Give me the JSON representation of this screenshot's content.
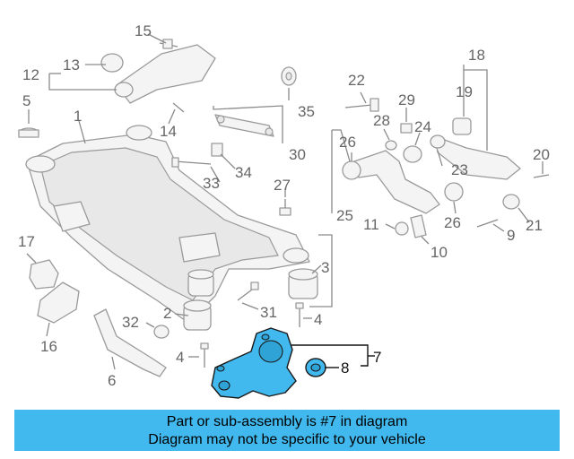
{
  "callouts": {
    "c1": "1",
    "c2": "2",
    "c3": "3",
    "c4a": "4",
    "c4b": "4",
    "c5": "5",
    "c6": "6",
    "c7": "7",
    "c8": "8",
    "c9": "9",
    "c10": "10",
    "c11": "11",
    "c12": "12",
    "c13": "13",
    "c14": "14",
    "c15": "15",
    "c16": "16",
    "c17": "17",
    "c18": "18",
    "c19": "19",
    "c20": "20",
    "c21": "21",
    "c22": "22",
    "c23": "23",
    "c24": "24",
    "c25": "25",
    "c26a": "26",
    "c26b": "26",
    "c27": "27",
    "c28": "28",
    "c29": "29",
    "c30": "30",
    "c31": "31",
    "c32": "32",
    "c33": "33",
    "c34": "34",
    "c35": "35"
  },
  "highlight_color": "#41b9ee",
  "banner": {
    "line1": "Part or sub-assembly is #7 in diagram",
    "line2": "Diagram may not be specific to your vehicle"
  }
}
